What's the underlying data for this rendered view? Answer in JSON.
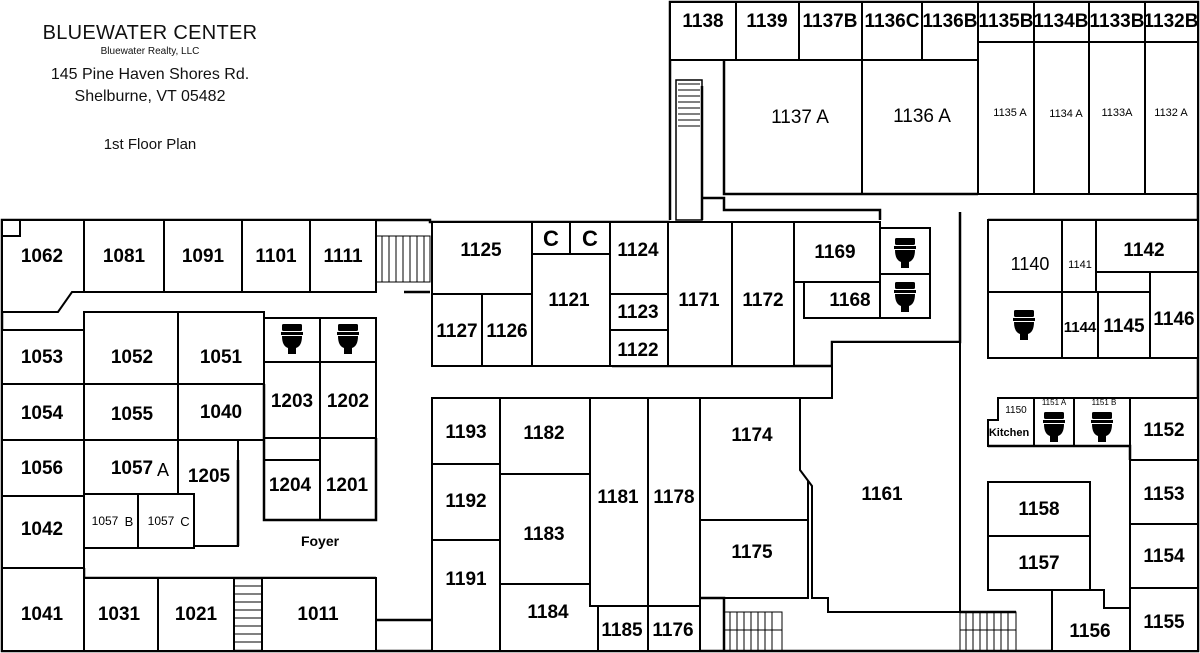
{
  "header": {
    "title": "BLUEWATER CENTER",
    "subtitle": "Bluewater Realty, LLC",
    "address_line1": "145 Pine Haven Shores Rd.",
    "address_line2": "Shelburne, VT 05482",
    "floor": "1st Floor Plan"
  },
  "labels": {
    "foyer": "Foyer",
    "kitchen": "Kitchen"
  },
  "rooms": {
    "r1138": "1138",
    "r1139": "1139",
    "r1137b": "1137B",
    "r1136c": "1136C",
    "r1136b": "1136B",
    "r1135b": "1135B",
    "r1134b": "1134B",
    "r1133b": "1133B",
    "r1132b": "1132B",
    "r1137a": "1137 A",
    "r1136a": "1136 A",
    "r1135a": "1135 A",
    "r1134a": "1134 A",
    "r1133a": "1133A",
    "r1132a": "1132 A",
    "r1062": "1062",
    "r1081": "1081",
    "r1091": "1091",
    "r1101": "1101",
    "r1111": "1111",
    "r1125": "1125",
    "c1": "C",
    "c2": "C",
    "r1124": "1124",
    "r1121": "1121",
    "r1123": "1123",
    "r1122": "1122",
    "r1127": "1127",
    "r1126": "1126",
    "r1171": "1171",
    "r1172": "1172",
    "r1169": "1169",
    "r1168": "1168",
    "r1140": "1140",
    "r1141": "1141",
    "r1142": "1142",
    "r1144": "1144",
    "r1145": "1145",
    "r1146": "1146",
    "r1053": "1053",
    "r1052": "1052",
    "r1051": "1051",
    "r1203": "1203",
    "r1202": "1202",
    "r1054": "1054",
    "r1055": "1055",
    "r1040": "1040",
    "r1056": "1056",
    "r1057a": "1057",
    "r1057a_suffix": "A",
    "r1205": "1205",
    "r1204": "1204",
    "r1201": "1201",
    "r1042": "1042",
    "r1057b": "1057",
    "r1057b_suffix": "B",
    "r1057c": "1057",
    "r1057c_suffix": "C",
    "r1041": "1041",
    "r1031": "1031",
    "r1021": "1021",
    "r1011": "1011",
    "r1193": "1193",
    "r1182": "1182",
    "r1192": "1192",
    "r1183": "1183",
    "r1191": "1191",
    "r1184": "1184",
    "r1181": "1181",
    "r1178": "1178",
    "r1174": "1174",
    "r1175": "1175",
    "r1161": "1161",
    "r1185": "1185",
    "r1176": "1176",
    "r1150": "1150",
    "r1151a": "1151 A",
    "r1151b": "1151 B",
    "r1152": "1152",
    "r1153": "1153",
    "r1154": "1154",
    "r1155": "1155",
    "r1158": "1158",
    "r1157": "1157",
    "r1156": "1156"
  },
  "icons": {
    "restroom": "toilet-icon",
    "stairs": "stairs-icon"
  }
}
